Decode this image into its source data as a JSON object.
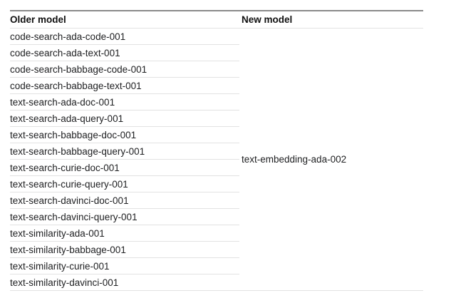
{
  "table": {
    "headers": {
      "older": "Older model",
      "new": "New model"
    },
    "rows": [
      "code-search-ada-code-001",
      "code-search-ada-text-001",
      "code-search-babbage-code-001",
      "code-search-babbage-text-001",
      "text-search-ada-doc-001",
      "text-search-ada-query-001",
      "text-search-babbage-doc-001",
      "text-search-babbage-query-001",
      "text-search-curie-doc-001",
      "text-search-curie-query-001",
      "text-search-davinci-doc-001",
      "text-search-davinci-query-001",
      "text-similarity-ada-001",
      "text-similarity-babbage-001",
      "text-similarity-curie-001",
      "text-similarity-davinci-001"
    ],
    "new_model": "text-embedding-ada-002"
  },
  "colors": {
    "background": "#ffffff",
    "text": "#202123",
    "header_text": "#111111",
    "top_border": "#8a8a8a",
    "row_border": "#e2e2e2"
  }
}
